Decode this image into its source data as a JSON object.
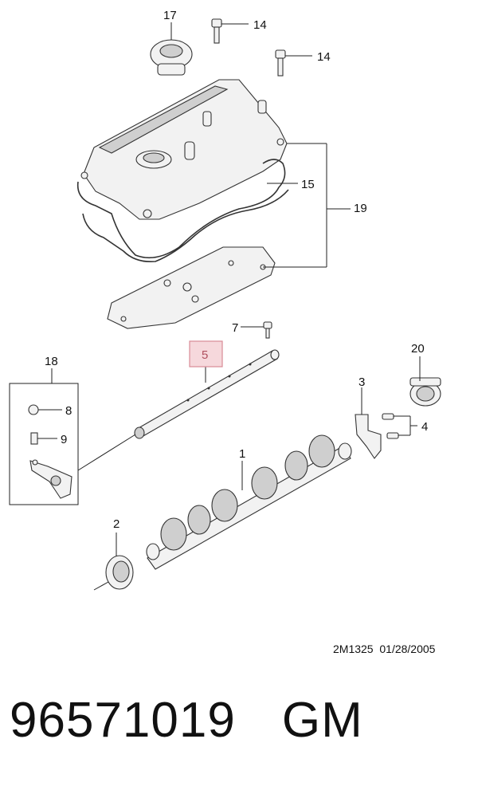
{
  "callouts": {
    "c17": "17",
    "c14a": "14",
    "c14b": "14",
    "c15": "15",
    "c19": "19",
    "c7": "7",
    "c5": "5",
    "c18": "18",
    "c8": "8",
    "c9": "9",
    "c20": "20",
    "c3": "3",
    "c4": "4",
    "c1": "1",
    "c2": "2"
  },
  "highlight_color": "#f6d8dc",
  "reference_code": "2M1325  01/28/2005",
  "part_number": "96571019",
  "brand": "GM"
}
